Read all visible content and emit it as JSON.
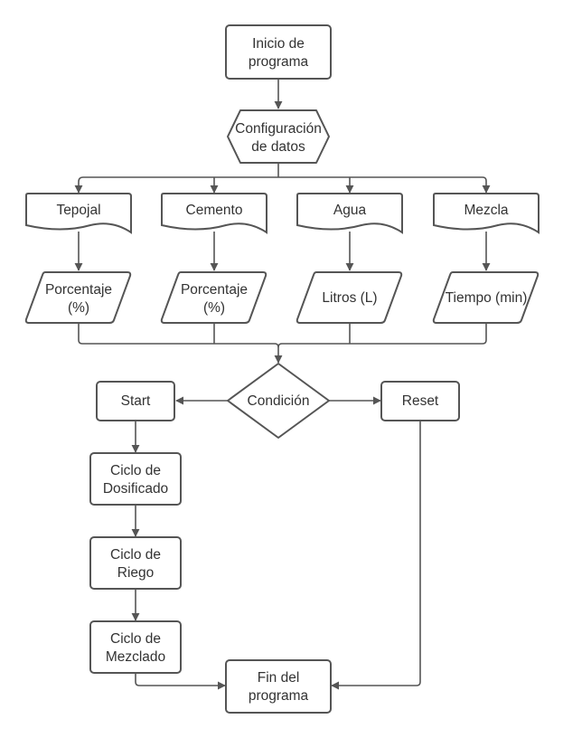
{
  "diagram": {
    "type": "flowchart",
    "colors": {
      "stroke": "#555555",
      "text": "#333333",
      "background": "#ffffff"
    },
    "nodes": {
      "inicio": {
        "shape": "rounded-rect",
        "lines": [
          "Inicio de",
          "programa"
        ]
      },
      "config": {
        "shape": "hexagon",
        "lines": [
          "Configuración",
          "de datos"
        ]
      },
      "tepojal": {
        "shape": "document",
        "lines": [
          "Tepojal"
        ]
      },
      "cemento": {
        "shape": "document",
        "lines": [
          "Cemento"
        ]
      },
      "agua": {
        "shape": "document",
        "lines": [
          "Agua"
        ]
      },
      "mezcla": {
        "shape": "document",
        "lines": [
          "Mezcla"
        ]
      },
      "porc1": {
        "shape": "parallelogram",
        "lines": [
          "Porcentaje",
          "(%)"
        ]
      },
      "porc2": {
        "shape": "parallelogram",
        "lines": [
          "Porcentaje",
          "(%)"
        ]
      },
      "litros": {
        "shape": "parallelogram",
        "lines": [
          "Litros (L)"
        ]
      },
      "tiempo": {
        "shape": "parallelogram",
        "lines": [
          "Tiempo (min)"
        ]
      },
      "condicion": {
        "shape": "diamond",
        "lines": [
          "Condición"
        ]
      },
      "start": {
        "shape": "rounded-rect",
        "lines": [
          "Start"
        ]
      },
      "reset": {
        "shape": "rounded-rect",
        "lines": [
          "Reset"
        ]
      },
      "dosificado": {
        "shape": "rounded-rect",
        "lines": [
          "Ciclo de",
          "Dosificado"
        ]
      },
      "riego": {
        "shape": "rounded-rect",
        "lines": [
          "Ciclo de",
          "Riego"
        ]
      },
      "mezclado": {
        "shape": "rounded-rect",
        "lines": [
          "Ciclo de",
          "Mezclado"
        ]
      },
      "fin": {
        "shape": "rounded-rect",
        "lines": [
          "Fin del",
          "programa"
        ]
      }
    },
    "edges": [
      {
        "from": "inicio",
        "to": "config"
      },
      {
        "from": "config",
        "to": "tepojal"
      },
      {
        "from": "config",
        "to": "cemento"
      },
      {
        "from": "config",
        "to": "agua"
      },
      {
        "from": "config",
        "to": "mezcla"
      },
      {
        "from": "tepojal",
        "to": "porc1"
      },
      {
        "from": "cemento",
        "to": "porc2"
      },
      {
        "from": "agua",
        "to": "litros"
      },
      {
        "from": "mezcla",
        "to": "tiempo"
      },
      {
        "from": "porc1",
        "to": "condicion"
      },
      {
        "from": "porc2",
        "to": "condicion"
      },
      {
        "from": "litros",
        "to": "condicion"
      },
      {
        "from": "tiempo",
        "to": "condicion"
      },
      {
        "from": "condicion",
        "to": "start"
      },
      {
        "from": "condicion",
        "to": "reset"
      },
      {
        "from": "start",
        "to": "dosificado"
      },
      {
        "from": "dosificado",
        "to": "riego"
      },
      {
        "from": "riego",
        "to": "mezclado"
      },
      {
        "from": "mezclado",
        "to": "fin"
      },
      {
        "from": "reset",
        "to": "fin"
      }
    ]
  }
}
